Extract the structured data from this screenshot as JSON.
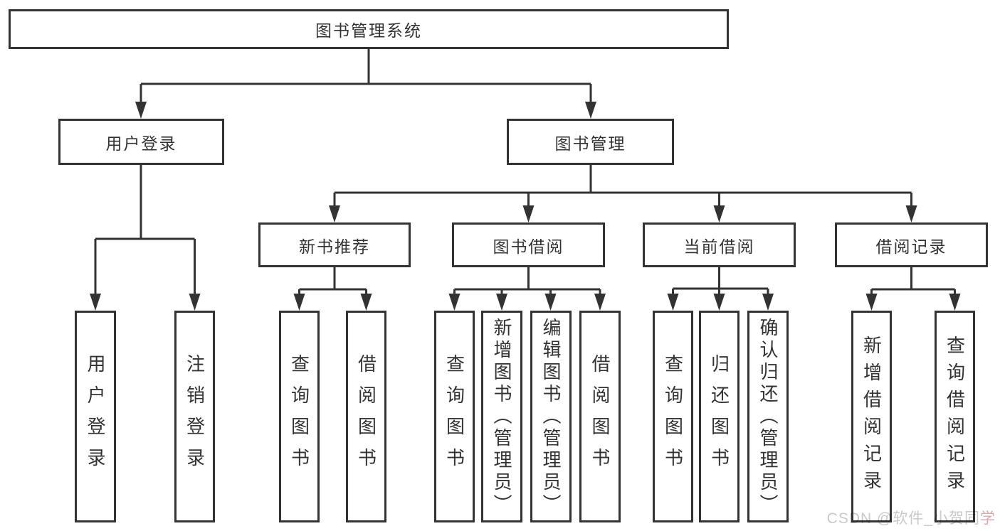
{
  "colors": {
    "line": "#333333",
    "box_border": "#333333",
    "text": "#333333",
    "background": "#ffffff",
    "watermark": "#c9c9c9",
    "watermark_accent": "#d9a8b0"
  },
  "tree": {
    "root": {
      "label": "图书管理系统",
      "children": [
        {
          "label": "用户登录",
          "children": [
            {
              "label": "用户登录"
            },
            {
              "label": "注销登录"
            }
          ]
        },
        {
          "label": "图书管理",
          "children": [
            {
              "label": "新书推荐",
              "children": [
                {
                  "label": "查询图书"
                },
                {
                  "label": "借阅图书"
                }
              ]
            },
            {
              "label": "图书借阅",
              "children": [
                {
                  "label": "查询图书"
                },
                {
                  "label": "新增图书（管理员）"
                },
                {
                  "label": "编辑图书（管理员）"
                },
                {
                  "label": "借阅图书"
                }
              ]
            },
            {
              "label": "当前借阅",
              "children": [
                {
                  "label": "查询图书"
                },
                {
                  "label": "归还图书"
                },
                {
                  "label": "确认归还（管理员）"
                }
              ]
            },
            {
              "label": "借阅记录",
              "children": [
                {
                  "label": "新增借阅记录"
                },
                {
                  "label": "查询借阅记录"
                }
              ]
            }
          ]
        }
      ]
    }
  },
  "watermark": {
    "text_main": "CSDN @软件_小贺同",
    "text_accent": "学"
  }
}
